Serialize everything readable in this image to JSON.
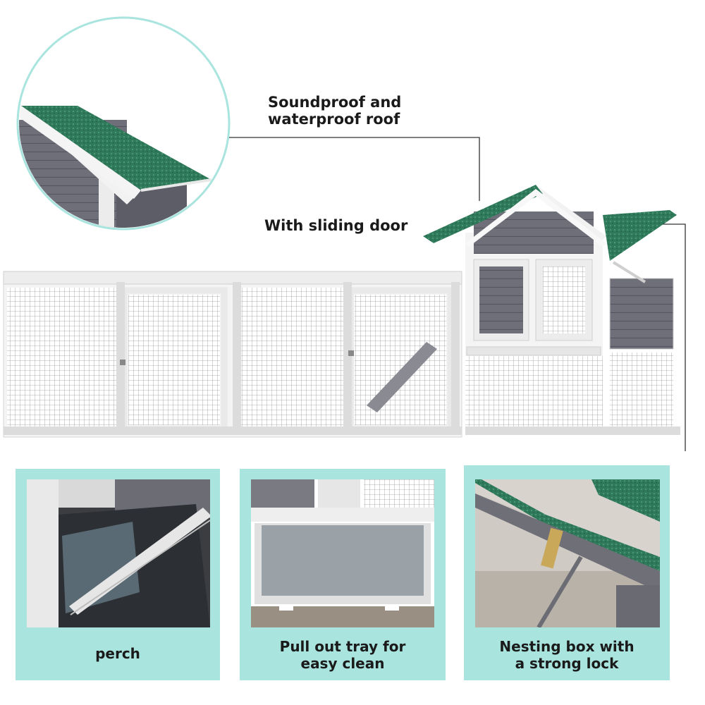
{
  "callouts": {
    "roof": {
      "lines": [
        "Soundproof and",
        "waterproof  roof"
      ]
    },
    "door": {
      "lines": [
        "With sliding door"
      ]
    }
  },
  "features": [
    {
      "caption_lines": [
        "perch"
      ]
    },
    {
      "caption_lines": [
        "Pull out tray for",
        "easy clean"
      ]
    },
    {
      "caption_lines": [
        "Nesting box with",
        "a strong lock"
      ]
    }
  ],
  "colors": {
    "card_frame": "#a9e4df",
    "zoom_circle_border": "#a9e4df",
    "roof_shingle": "#2f7a5a",
    "wood_gray": "#6e6e78",
    "trim_white": "#f2f2f2",
    "callout_line": "#333333"
  }
}
